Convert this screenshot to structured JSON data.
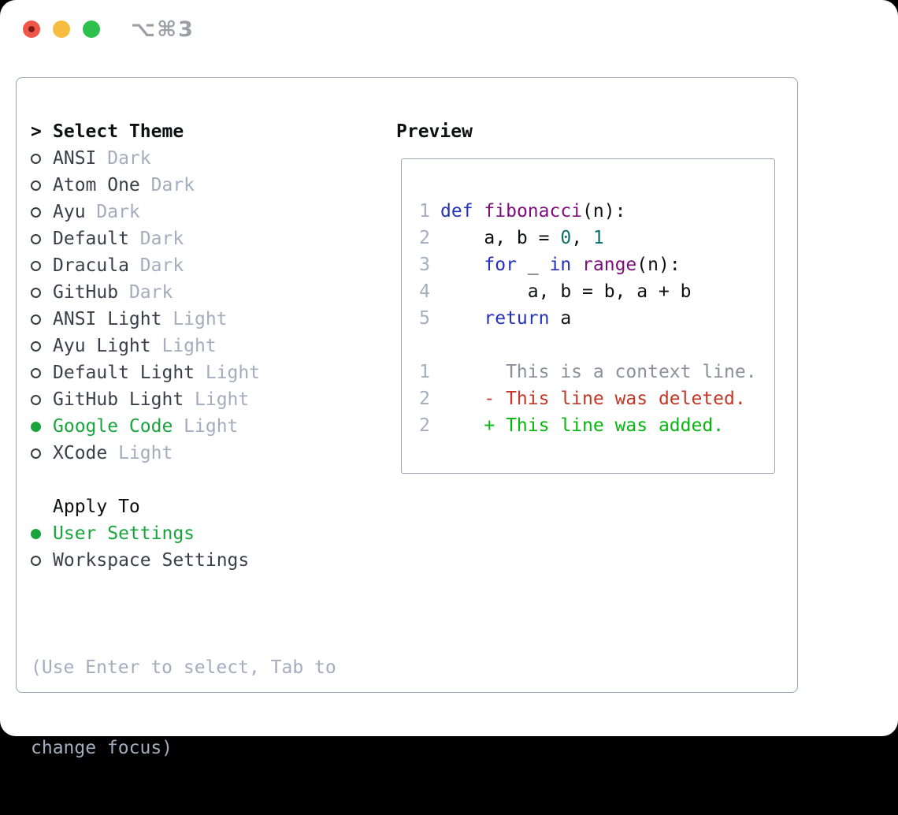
{
  "window": {
    "title": "⌥⌘3"
  },
  "colors": {
    "light_red": "#f0564a",
    "light_yellow": "#f6bd40",
    "light_green": "#2ec04c",
    "title_gray": "#9aa0a6",
    "border_gray": "#9aa3af",
    "header_black": "#0d0f12",
    "item_dark": "#3a4049",
    "muted_gray": "#a3adbd",
    "accent_green": "#17a53c",
    "code_black": "#0e1013",
    "code_keyword": "#2432b8",
    "code_function": "#7d0d7d",
    "code_number": "#0c6f6a",
    "diff_context": "#8b9199",
    "diff_deleted": "#c43726",
    "diff_added": "#06b70f"
  },
  "theme_picker": {
    "header_marker": ">",
    "header": "Select Theme",
    "items": [
      {
        "name": "ANSI",
        "variant": "Dark",
        "selected": false
      },
      {
        "name": "Atom One",
        "variant": "Dark",
        "selected": false
      },
      {
        "name": "Ayu",
        "variant": "Dark",
        "selected": false
      },
      {
        "name": "Default",
        "variant": "Dark",
        "selected": false
      },
      {
        "name": "Dracula",
        "variant": "Dark",
        "selected": false
      },
      {
        "name": "GitHub",
        "variant": "Dark",
        "selected": false
      },
      {
        "name": "ANSI Light",
        "variant": "Light",
        "selected": false
      },
      {
        "name": "Ayu Light",
        "variant": "Light",
        "selected": false
      },
      {
        "name": "Default Light",
        "variant": "Light",
        "selected": false
      },
      {
        "name": "GitHub Light",
        "variant": "Light",
        "selected": false
      },
      {
        "name": "Google Code",
        "variant": "Light",
        "selected": true
      },
      {
        "name": "XCode",
        "variant": "Light",
        "selected": false
      }
    ]
  },
  "apply_to": {
    "header": "Apply To",
    "items": [
      {
        "name": "User Settings",
        "selected": true
      },
      {
        "name": "Workspace Settings",
        "selected": false
      }
    ]
  },
  "hint": {
    "line1": "(Use Enter to select, Tab to",
    "line2": "change focus)"
  },
  "preview": {
    "title": "Preview",
    "code_lines": [
      {
        "num": "1",
        "tokens": [
          {
            "t": "def",
            "c": "kw"
          },
          {
            "t": " ",
            "c": "pl"
          },
          {
            "t": "fibonacci",
            "c": "fn"
          },
          {
            "t": "(n):",
            "c": "pl"
          }
        ]
      },
      {
        "num": "2",
        "tokens": [
          {
            "t": "    a, b = ",
            "c": "pl"
          },
          {
            "t": "0",
            "c": "num"
          },
          {
            "t": ", ",
            "c": "pl"
          },
          {
            "t": "1",
            "c": "num"
          }
        ]
      },
      {
        "num": "3",
        "tokens": [
          {
            "t": "    ",
            "c": "pl"
          },
          {
            "t": "for",
            "c": "kw"
          },
          {
            "t": " _ ",
            "c": "pl"
          },
          {
            "t": "in",
            "c": "kw"
          },
          {
            "t": " ",
            "c": "pl"
          },
          {
            "t": "range",
            "c": "fn"
          },
          {
            "t": "(n):",
            "c": "pl"
          }
        ]
      },
      {
        "num": "4",
        "tokens": [
          {
            "t": "        a, b = b, a + b",
            "c": "pl"
          }
        ]
      },
      {
        "num": "5",
        "tokens": [
          {
            "t": "    ",
            "c": "pl"
          },
          {
            "t": "return",
            "c": "kw"
          },
          {
            "t": " a",
            "c": "pl"
          }
        ]
      }
    ],
    "diff_lines": [
      {
        "num": "1",
        "kind": "ctx",
        "text": "      This is a context line."
      },
      {
        "num": "2",
        "kind": "del",
        "text": "    - This line was deleted."
      },
      {
        "num": "2",
        "kind": "add",
        "text": "    + This line was added."
      }
    ]
  }
}
